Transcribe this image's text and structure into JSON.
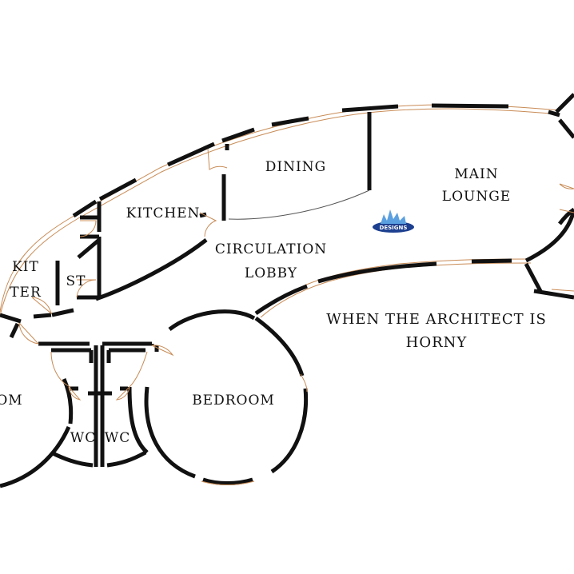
{
  "rooms": {
    "dining": "DINING",
    "main_lounge_1": "MAIN",
    "main_lounge_2": "LOUNGE",
    "kitchen": "KITCHEN",
    "circulation_1": "CIRCULATION",
    "circulation_2": "LOBBY",
    "kitter_1": "KIT",
    "kitter_2": "TER",
    "store": "ST",
    "bedroom_left": "OM",
    "wc_left": "WC",
    "wc_right": "WC",
    "bedroom_right": "BEDROOM"
  },
  "caption": {
    "line1": "WHEN THE ARCHITECT IS",
    "line2": "HORNY"
  },
  "logo": {
    "text": "DESIGNS",
    "colors": [
      "#1d3f8f",
      "#5aa0e0"
    ]
  },
  "colors": {
    "wall": "#111111",
    "glazing": "#c88b55",
    "background": "#ffffff"
  }
}
